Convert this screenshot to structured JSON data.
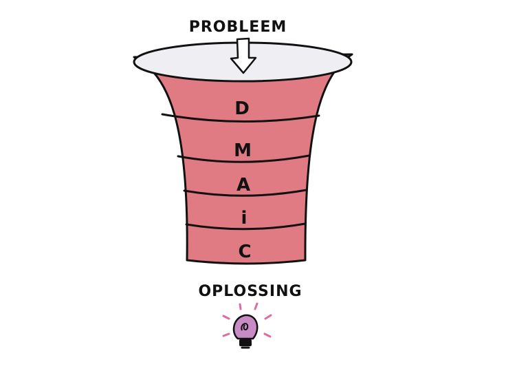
{
  "diagram": {
    "top_label": "PROBLEEM",
    "bottom_label": "OPLOSSING",
    "stages": [
      "D",
      "M",
      "A",
      "i",
      "C"
    ],
    "colors": {
      "funnel_fill": "#e07b83",
      "funnel_mouth": "#eeeef3",
      "outline": "#111111",
      "bulb_fill": "#c88bc5",
      "bulb_rays": "#e06aa2"
    },
    "icons": [
      "down-arrow-icon",
      "lightbulb-icon"
    ]
  }
}
